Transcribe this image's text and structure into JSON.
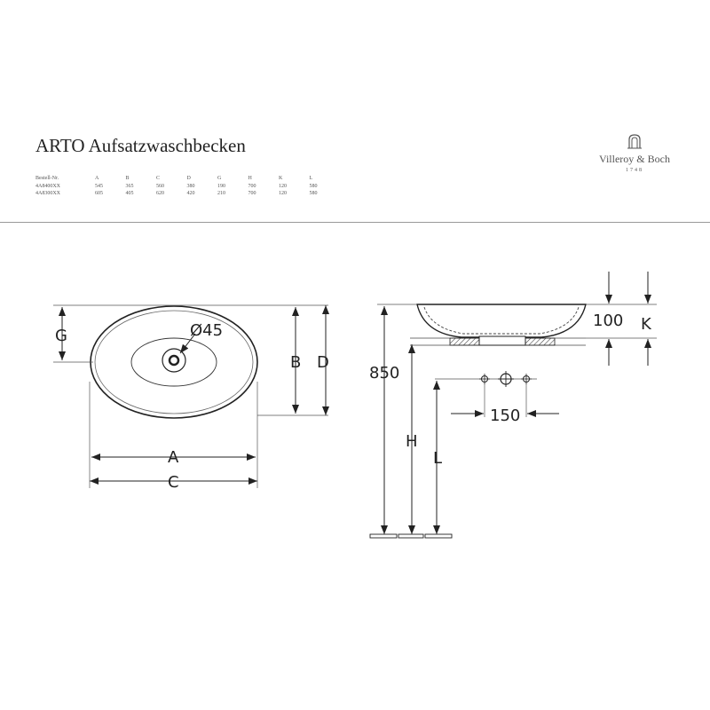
{
  "header": {
    "title": "ARTO Aufsatzwaschbecken",
    "brand_name": "Villeroy & Boch",
    "brand_year": "1748",
    "brand_icon": "faucet-icon"
  },
  "spec_table": {
    "headers": [
      "Bestell-Nr.",
      "A",
      "B",
      "C",
      "D",
      "G",
      "H",
      "K",
      "L"
    ],
    "rows": [
      [
        "4A8400XX",
        "545",
        "365",
        "560",
        "380",
        "190",
        "700",
        "120",
        "580"
      ],
      [
        "4A8300XX",
        "605",
        "405",
        "620",
        "420",
        "210",
        "700",
        "120",
        "580"
      ]
    ]
  },
  "drawing": {
    "top_view": {
      "label_g": "G",
      "label_b": "B",
      "label_d": "D",
      "label_a": "A",
      "label_c": "C",
      "drain_label": "Ø45"
    },
    "side_view": {
      "label_100": "100",
      "label_k": "K",
      "label_850": "850",
      "label_h": "H",
      "label_l": "L",
      "label_150": "150"
    }
  }
}
